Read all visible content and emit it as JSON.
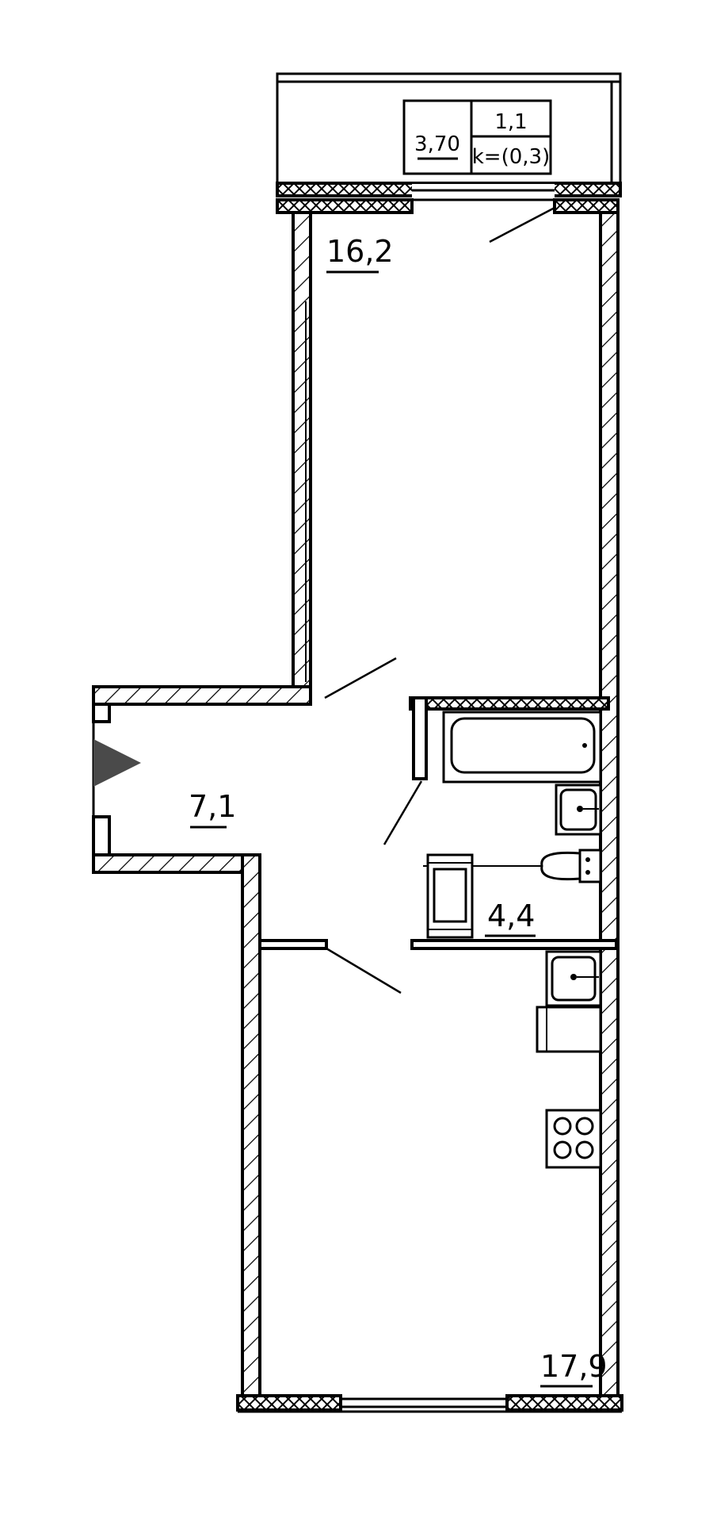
{
  "rooms": {
    "living_room": {
      "area": "16,2"
    },
    "hall": {
      "area": "7,1"
    },
    "bathroom": {
      "area": "4,4"
    },
    "kitchen_living": {
      "area": "17,9"
    }
  },
  "balcony": {
    "area": "3,70",
    "index": "1,1",
    "coefficient": "k=(0,3)"
  },
  "icons": {
    "entrance": "entrance-arrow-icon",
    "bathtub": "bathtub-icon",
    "washbasin": "washbasin-icon",
    "toilet": "toilet-icon",
    "washing_machine": "washing-machine-icon",
    "kitchen_sink": "kitchen-sink-icon",
    "stove": "stove-icon",
    "fridge": "fridge-icon"
  },
  "colors": {
    "line": "#000000",
    "entrance_marker": "#4a4a4a",
    "background": "#ffffff"
  }
}
